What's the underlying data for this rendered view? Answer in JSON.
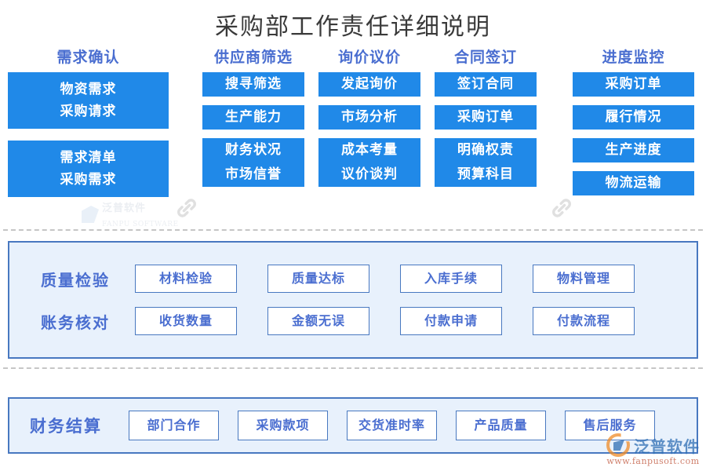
{
  "title": "采购部工作责任详细说明",
  "colors": {
    "tile_blue": "#2089e8",
    "heading_blue": "#4a6ed0",
    "panel_fill": "#e8f1fc",
    "panel_border": "#4878c0",
    "divider_gray": "#c6c6c6"
  },
  "top_columns": [
    {
      "heading": "需求确认",
      "style": "tall",
      "tiles": [
        {
          "line1": "物资需求",
          "line2": "采购请求"
        },
        {
          "line1": "需求清单",
          "line2": "采购需求"
        }
      ]
    },
    {
      "heading": "供应商筛选",
      "style": "small",
      "tiles": [
        {
          "line1": "搜寻筛选"
        },
        {
          "line1": "生产能力"
        },
        {
          "line1": "财务状况"
        },
        {
          "line1": "市场信誉"
        }
      ]
    },
    {
      "heading": "询价议价",
      "style": "small",
      "tiles": [
        {
          "line1": "发起询价"
        },
        {
          "line1": "市场分析"
        },
        {
          "line1": "成本考量"
        },
        {
          "line1": "议价谈判"
        }
      ]
    },
    {
      "heading": "合同签订",
      "style": "small",
      "tiles": [
        {
          "line1": "签订合同"
        },
        {
          "line1": "采购订单"
        },
        {
          "line1": "明确权责"
        },
        {
          "line1": "预算科目"
        }
      ]
    },
    {
      "heading": "进度监控",
      "style": "small",
      "tiles": [
        {
          "line1": "采购订单"
        },
        {
          "line1": "履行情况"
        },
        {
          "line1": "生产进度"
        },
        {
          "line1": "物流运输"
        }
      ]
    }
  ],
  "middle_panel": {
    "rows": [
      {
        "label": "质量检验",
        "boxes": [
          "材料检验",
          "质量达标",
          "入库手续",
          "物料管理"
        ]
      },
      {
        "label": "账务核对",
        "boxes": [
          "收货数量",
          "金额无误",
          "付款申请",
          "付款流程"
        ]
      }
    ]
  },
  "bottom_panel": {
    "label": "财务结算",
    "boxes": [
      "部门合作",
      "采购款项",
      "交货准时率",
      "产品质量",
      "售后服务"
    ]
  },
  "watermarks": {
    "center": {
      "text": "泛普软件",
      "sub": "FANPU SOFTWARE"
    },
    "brand": {
      "name": "泛普软件",
      "url": "www.fanpusoft.com"
    }
  }
}
